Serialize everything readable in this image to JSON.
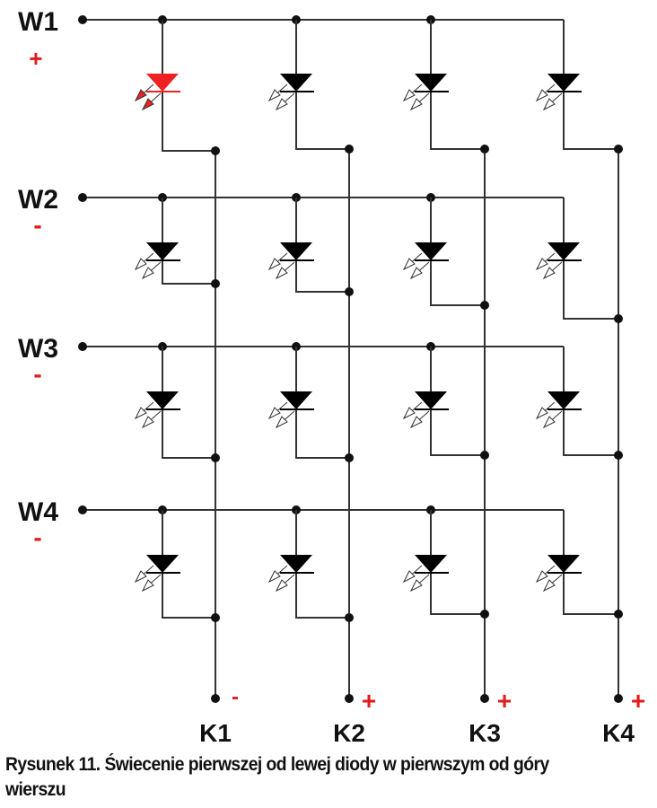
{
  "rows": [
    {
      "label": "W1",
      "polarity": "+"
    },
    {
      "label": "W2",
      "polarity": "-"
    },
    {
      "label": "W3",
      "polarity": "-"
    },
    {
      "label": "W4",
      "polarity": "-"
    }
  ],
  "columns": [
    {
      "label": "K1",
      "polarity": "-"
    },
    {
      "label": "K2",
      "polarity": "+"
    },
    {
      "label": "K3",
      "polarity": "+"
    },
    {
      "label": "K4",
      "polarity": "+"
    }
  ],
  "lit_diode": {
    "row": 1,
    "column": 1
  },
  "colors": {
    "wire": "#333333",
    "diode_off": "#000000",
    "diode_on": "#ee2222",
    "polarity": "#e01b1b",
    "label": "#111111"
  },
  "caption": "Rysunek 11. Świecenie pierwszej od lewej diody w pierwszym od góry wierszu"
}
